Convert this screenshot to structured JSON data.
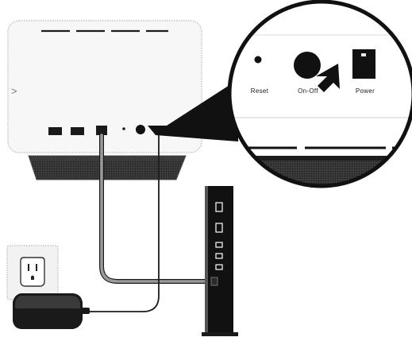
{
  "callout": {
    "labels": {
      "reset": "Reset",
      "on_off": "On-Off",
      "power": "Power"
    }
  },
  "router": {
    "side_marker": ">"
  },
  "colors": {
    "ink": "#111111",
    "router_body": "#f7f7f7",
    "router_outline": "#b8b8b8",
    "ethernet_cable": "#8a8a8a",
    "power_cable": "#222222",
    "outlet_plate": "#f2f2f2"
  }
}
